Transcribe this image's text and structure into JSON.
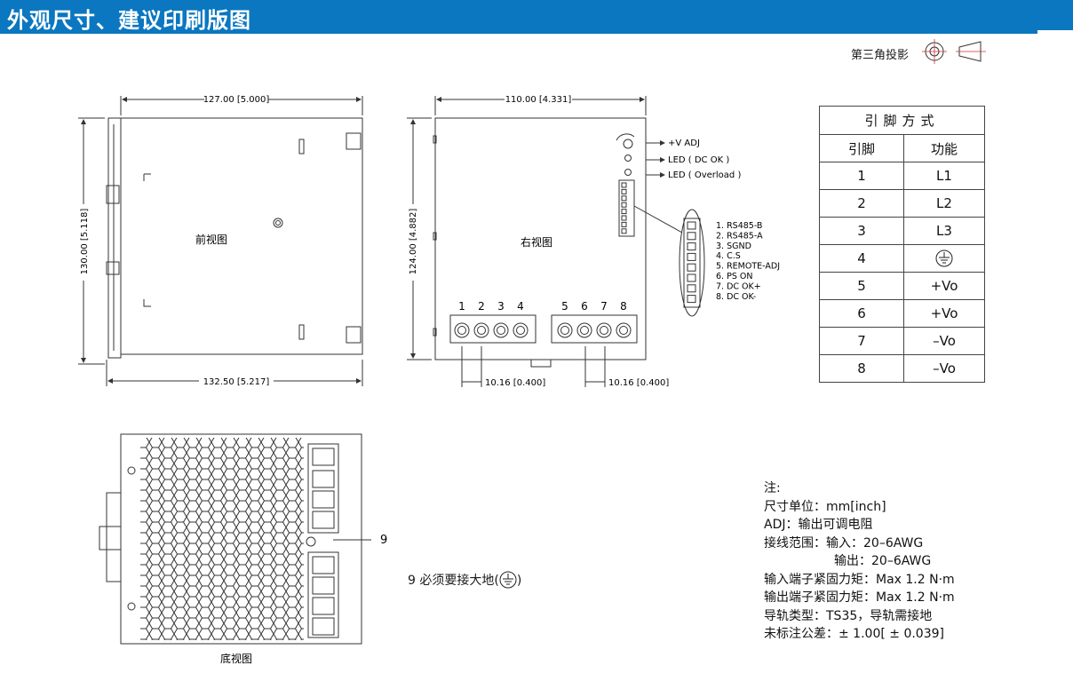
{
  "header": {
    "title": "外观尺寸、建议印刷版图"
  },
  "projection": {
    "label": "第三角投影"
  },
  "front_view": {
    "label": "前视图",
    "dim_top": "127.00 [5.000]",
    "dim_bottom": "132.50 [5.217]",
    "dim_left": "130.00 [5.118]"
  },
  "right_view": {
    "label": "右视图",
    "dim_top": "110.00 [4.331]",
    "dim_left": "124.00 [4.882]",
    "callouts": [
      "+V ADJ",
      "LED ( DC OK )",
      "LED ( Overload )"
    ],
    "connector_pins": [
      "1. RS485-B",
      "2. RS485-A",
      "3. SGND",
      "4. C.S",
      "5. REMOTE-ADJ",
      "6. PS ON",
      "7. DC OK+",
      "8. DC OK-"
    ],
    "terminal_numbers": [
      "1",
      "2",
      "3",
      "4",
      "5",
      "6",
      "7",
      "8"
    ],
    "pitch_left": "10.16 [0.400]",
    "pitch_right": "10.16 [0.400]"
  },
  "bottom_view": {
    "label": "底视图",
    "callout": "9"
  },
  "ground_note": {
    "text_before": "9 必须要接大地(",
    "text_after": ")"
  },
  "pin_table": {
    "caption": "引脚方式",
    "headers": [
      "引脚",
      "功能"
    ],
    "rows": [
      {
        "pin": "1",
        "func": "L1"
      },
      {
        "pin": "2",
        "func": "L2"
      },
      {
        "pin": "3",
        "func": "L3"
      },
      {
        "pin": "4",
        "func": ""
      },
      {
        "pin": "5",
        "func": "+Vo"
      },
      {
        "pin": "6",
        "func": "+Vo"
      },
      {
        "pin": "7",
        "func": "–Vo"
      },
      {
        "pin": "8",
        "func": "–Vo"
      }
    ]
  },
  "notes": {
    "lines": [
      "注:",
      "尺寸单位：mm[inch]",
      "ADJ：输出可调电阻",
      "接线范围：输入：20–6AWG",
      "输出：20–6AWG",
      "输入端子紧固力矩：Max 1.2 N·m",
      "输出端子紧固力矩：Max 1.2 N·m",
      "导轨类型：TS35，导轨需接地",
      "未标注公差：± 1.00[ ± 0.039]"
    ]
  }
}
